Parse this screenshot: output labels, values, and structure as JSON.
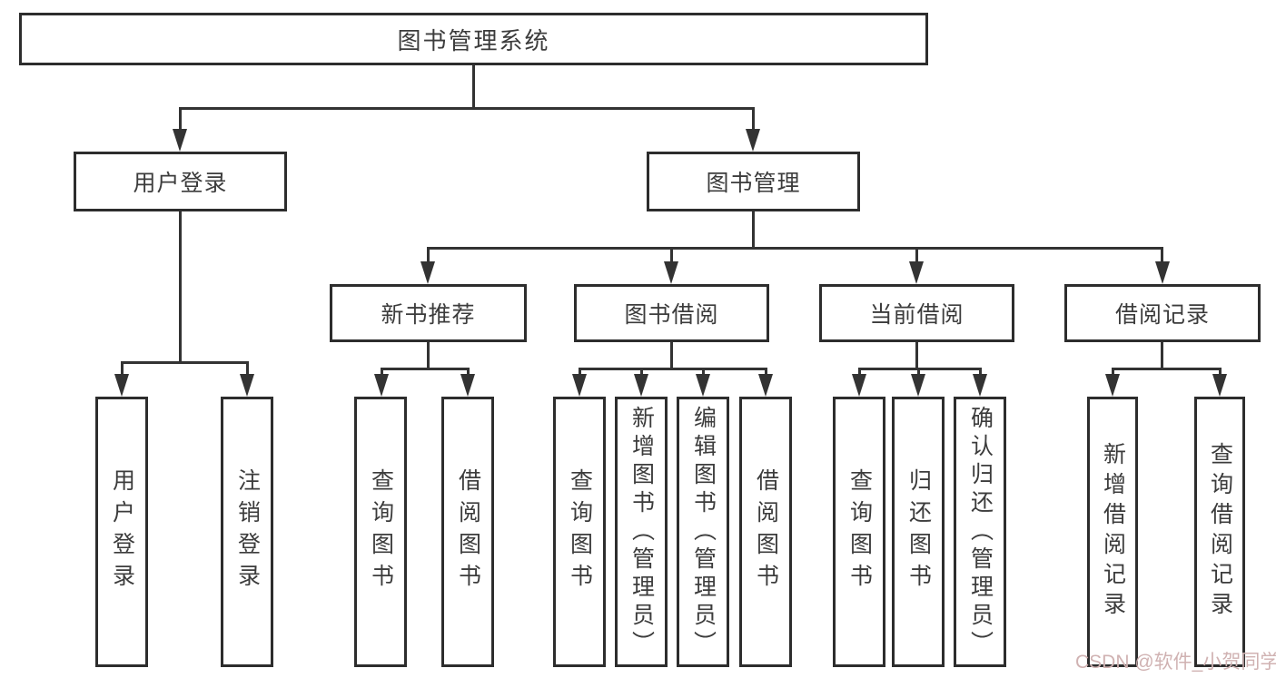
{
  "diagram": {
    "title": "图书管理系统",
    "level2": [
      {
        "label": "用户登录"
      },
      {
        "label": "图书管理"
      }
    ],
    "level3": [
      {
        "label": "新书推荐"
      },
      {
        "label": "图书借阅"
      },
      {
        "label": "当前借阅"
      },
      {
        "label": "借阅记录"
      }
    ],
    "leaves": {
      "user_login": [
        "用户登录",
        "注销登录"
      ],
      "new_book_recommend": [
        "查询图书",
        "借阅图书"
      ],
      "book_borrow": [
        "查询图书",
        "新增图书（管理员）",
        "编辑图书（管理员）",
        "借阅图书"
      ],
      "current_borrow": [
        "查询图书",
        "归还图书",
        "确认归还（管理员）"
      ],
      "borrow_records": [
        "新增借阅记录",
        "查询借阅记录"
      ]
    }
  },
  "watermark": {
    "text": "CSDN @软件_小贺同学"
  },
  "colors": {
    "line": "#333333",
    "border": "#2d2d2d",
    "text": "#3c3c3c",
    "background": "#ffffff",
    "watermark": "#d0b2b2"
  }
}
